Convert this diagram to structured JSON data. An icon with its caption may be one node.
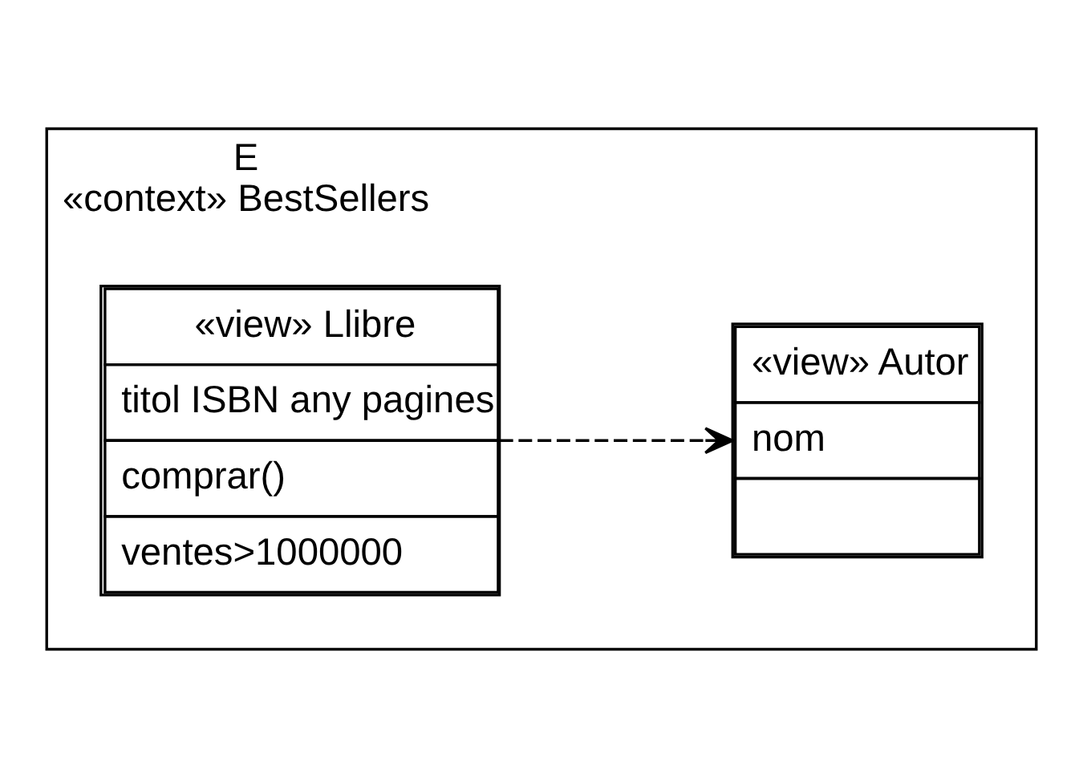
{
  "diagram": {
    "nodes": [
      {
        "text": [
          "E",
          "«context» BestSellers"
        ]
      },
      {
        "text": [
          "«view» Llibre",
          "titol ISBN any pagines",
          "comprar()",
          "ventes>1000000"
        ],
        "in": 0
      },
      {
        "text": [
          "«view» Autor",
          "nom"
        ],
        "in": 0
      }
    ],
    "edges": [
      {
        "from": 1,
        "to": 2,
        "arrow": "to",
        "style": "dashed"
      }
    ]
  }
}
